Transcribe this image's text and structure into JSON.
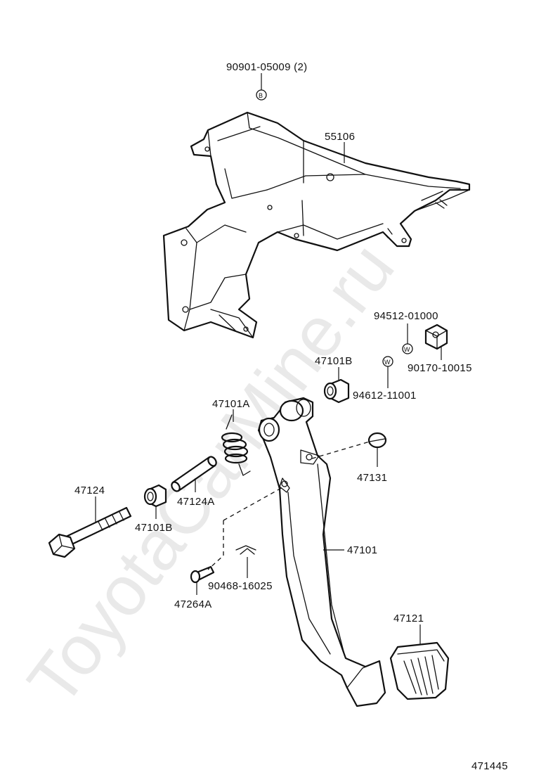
{
  "watermark": "ToyotaCarMine.ru",
  "diagram_id": "471445",
  "callouts": {
    "c90901": "90901-05009 (2)",
    "c55106": "55106",
    "c94512": "94512-01000",
    "c90170": "90170-10015",
    "c94612": "94612-11001",
    "c47101B_top": "47101B",
    "c47101A": "47101A",
    "c47131": "47131",
    "c47124": "47124",
    "c47124A": "47124A",
    "c47101B_left": "47101B",
    "c47101": "47101",
    "c90468": "90468-16025",
    "c47264A": "47264A",
    "c47121": "47121"
  },
  "symbols": {
    "bolt_marker": "B",
    "washer_marker": "W"
  }
}
